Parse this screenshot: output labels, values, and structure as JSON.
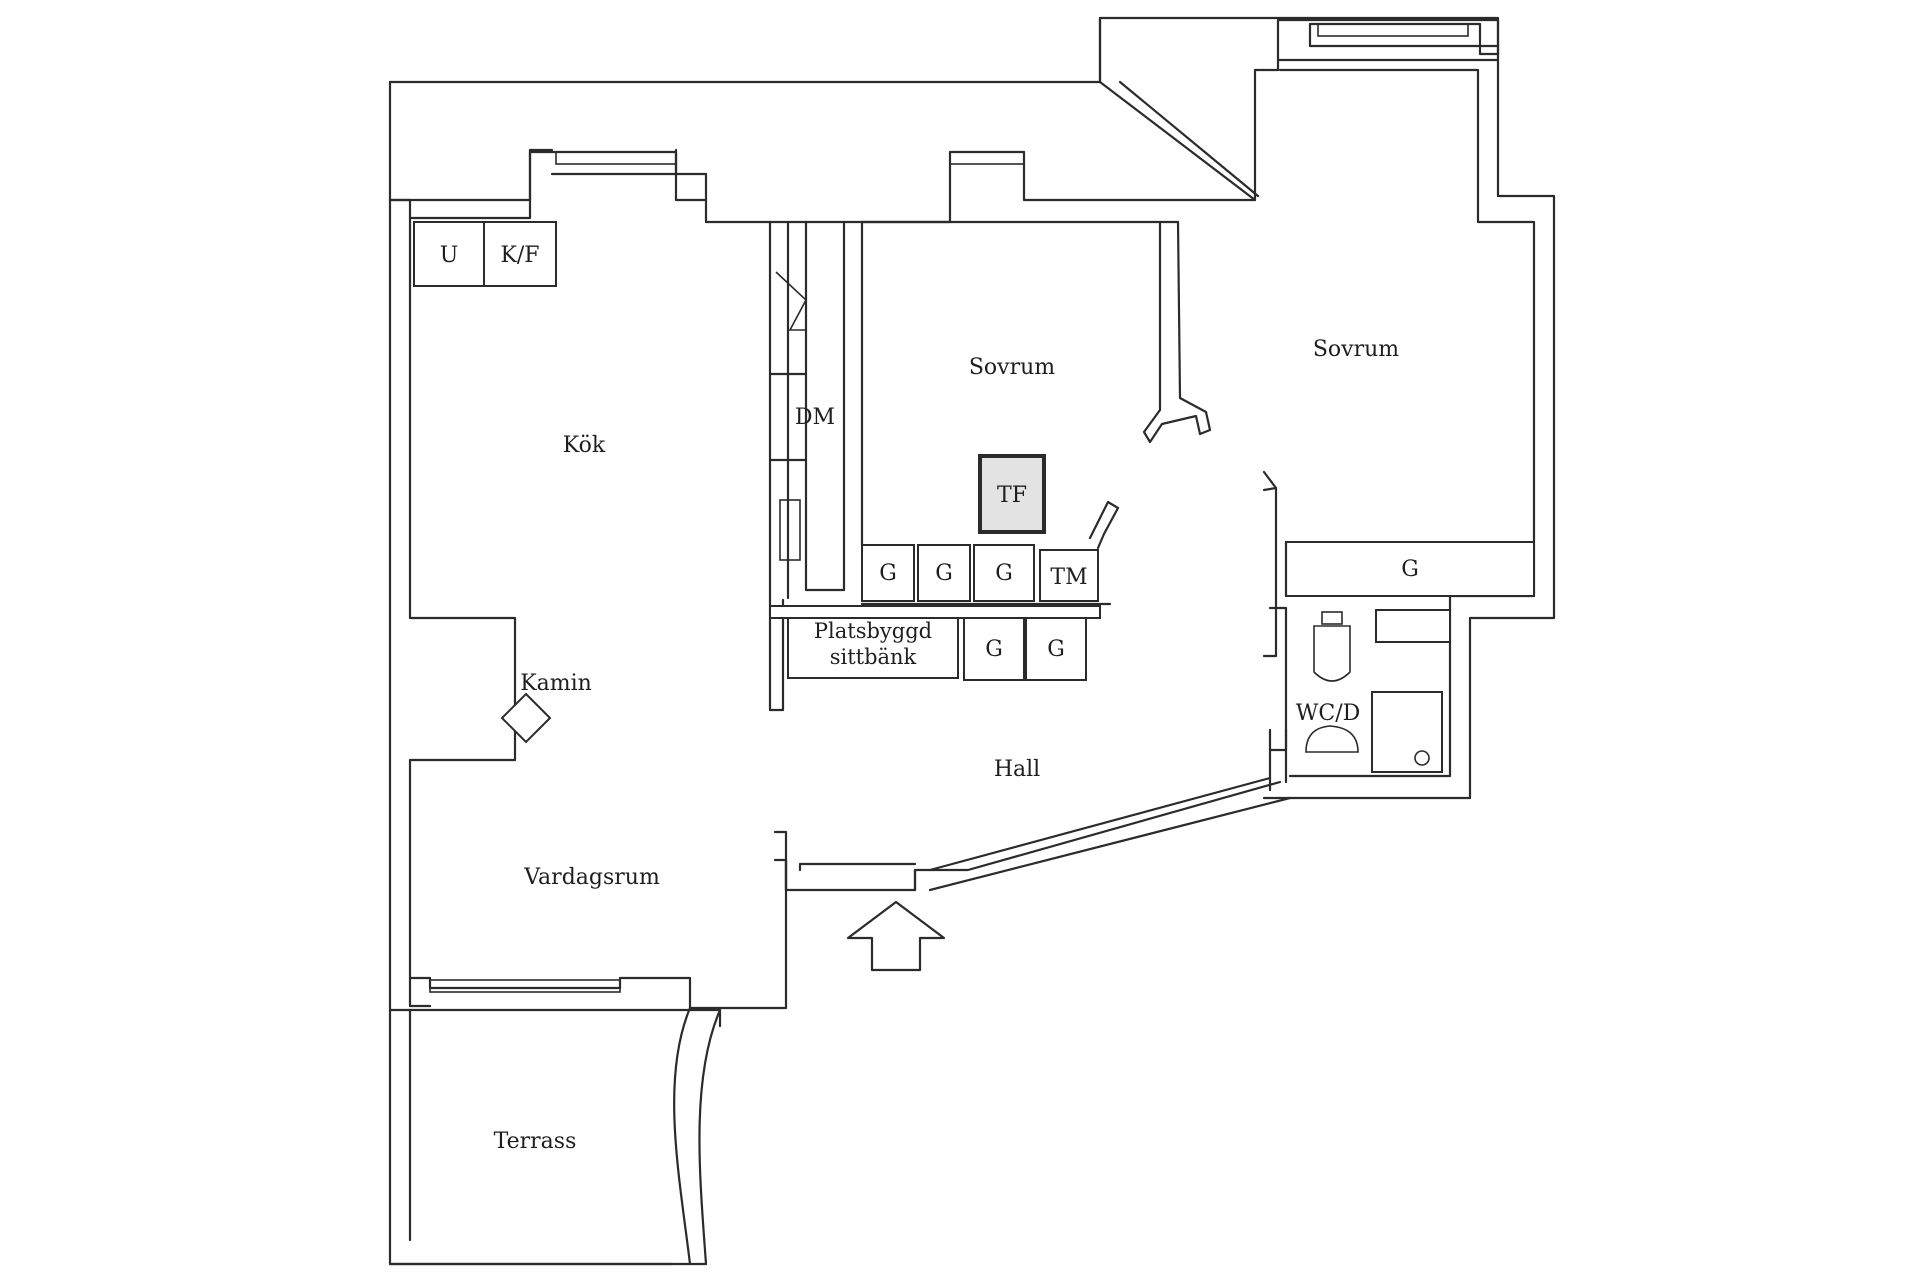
{
  "rooms": {
    "kok": "Kök",
    "sovrum_left": "Sovrum",
    "sovrum_right": "Sovrum",
    "hall": "Hall",
    "vardagsrum": "Vardagsrum",
    "terrass": "Terrass",
    "wc": "WC/D",
    "kamin": "Kamin"
  },
  "fixtures": {
    "u": "U",
    "kf": "K/F",
    "dm": "DM",
    "tf": "TF",
    "tm": "TM",
    "g": "G",
    "sittbank_line1": "Platsbyggd",
    "sittbank_line2": "sittbänk"
  },
  "colors": {
    "line": "#2b2b2b",
    "tf_fill": "#e3e3e3"
  }
}
